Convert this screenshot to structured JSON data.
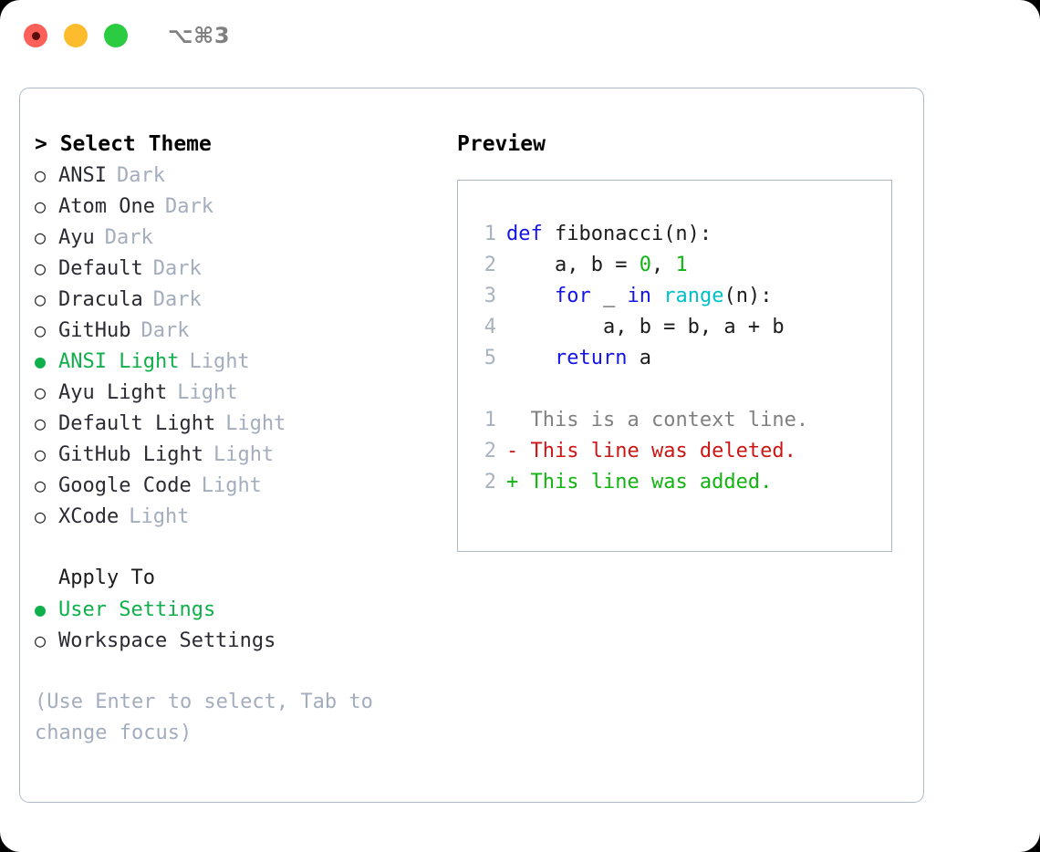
{
  "titlebar": {
    "shortcut": "⌥⌘3",
    "lights": [
      "red-light",
      "yellow-light",
      "green-light"
    ]
  },
  "colors": {
    "accent_green": "#0fb04b",
    "muted": "#a3adbd",
    "text": "#2a2a33",
    "border": "#aeb8c6",
    "keyword_blue": "#1414e8",
    "function_cyan": "#00c0c8",
    "number_green": "#11b511",
    "diff_add": "#11b511",
    "diff_del": "#cc1616",
    "diff_ctx": "#808080"
  },
  "left": {
    "heading": "> Select Theme",
    "themes": [
      {
        "bullet": "○",
        "name": "ANSI",
        "kind": "Dark",
        "selected": false
      },
      {
        "bullet": "○",
        "name": "Atom One",
        "kind": "Dark",
        "selected": false
      },
      {
        "bullet": "○",
        "name": "Ayu",
        "kind": "Dark",
        "selected": false
      },
      {
        "bullet": "○",
        "name": "Default",
        "kind": "Dark",
        "selected": false
      },
      {
        "bullet": "○",
        "name": "Dracula",
        "kind": "Dark",
        "selected": false
      },
      {
        "bullet": "○",
        "name": "GitHub",
        "kind": "Dark",
        "selected": false
      },
      {
        "bullet": "●",
        "name": "ANSI Light",
        "kind": "Light",
        "selected": true
      },
      {
        "bullet": "○",
        "name": "Ayu Light",
        "kind": "Light",
        "selected": false
      },
      {
        "bullet": "○",
        "name": "Default Light",
        "kind": "Light",
        "selected": false
      },
      {
        "bullet": "○",
        "name": "GitHub Light",
        "kind": "Light",
        "selected": false
      },
      {
        "bullet": "○",
        "name": "Google Code",
        "kind": "Light",
        "selected": false
      },
      {
        "bullet": "○",
        "name": "XCode",
        "kind": "Light",
        "selected": false
      }
    ],
    "apply_to_heading": "Apply To",
    "apply_to": [
      {
        "bullet": "●",
        "name": "User Settings",
        "selected": true
      },
      {
        "bullet": "○",
        "name": "Workspace Settings",
        "selected": false
      }
    ],
    "hint": "(Use Enter to select, Tab to change focus)"
  },
  "right": {
    "heading": "Preview",
    "code_lines": [
      {
        "no": "1",
        "segments": [
          {
            "t": "def ",
            "c": "kw"
          },
          {
            "t": "fibonacci(n):",
            "c": "txt"
          }
        ]
      },
      {
        "no": "2",
        "segments": [
          {
            "t": "    a, b = ",
            "c": "txt"
          },
          {
            "t": "0",
            "c": "num"
          },
          {
            "t": ", ",
            "c": "txt"
          },
          {
            "t": "1",
            "c": "num"
          }
        ]
      },
      {
        "no": "3",
        "segments": [
          {
            "t": "    ",
            "c": "txt"
          },
          {
            "t": "for",
            "c": "kw"
          },
          {
            "t": " _ ",
            "c": "txt"
          },
          {
            "t": "in",
            "c": "kw"
          },
          {
            "t": " ",
            "c": "txt"
          },
          {
            "t": "range",
            "c": "fn"
          },
          {
            "t": "(n):",
            "c": "txt"
          }
        ]
      },
      {
        "no": "4",
        "segments": [
          {
            "t": "        a, b = b, a + b",
            "c": "txt"
          }
        ]
      },
      {
        "no": "5",
        "segments": [
          {
            "t": "    ",
            "c": "txt"
          },
          {
            "t": "return",
            "c": "kw"
          },
          {
            "t": " a",
            "c": "txt"
          }
        ]
      }
    ],
    "diff_lines": [
      {
        "no": "1",
        "marker": "  ",
        "text": "This is a context line.",
        "kind": "ctx"
      },
      {
        "no": "2",
        "marker": "- ",
        "text": "This line was deleted.",
        "kind": "del"
      },
      {
        "no": "2",
        "marker": "+ ",
        "text": "This line was added.",
        "kind": "add"
      }
    ]
  }
}
